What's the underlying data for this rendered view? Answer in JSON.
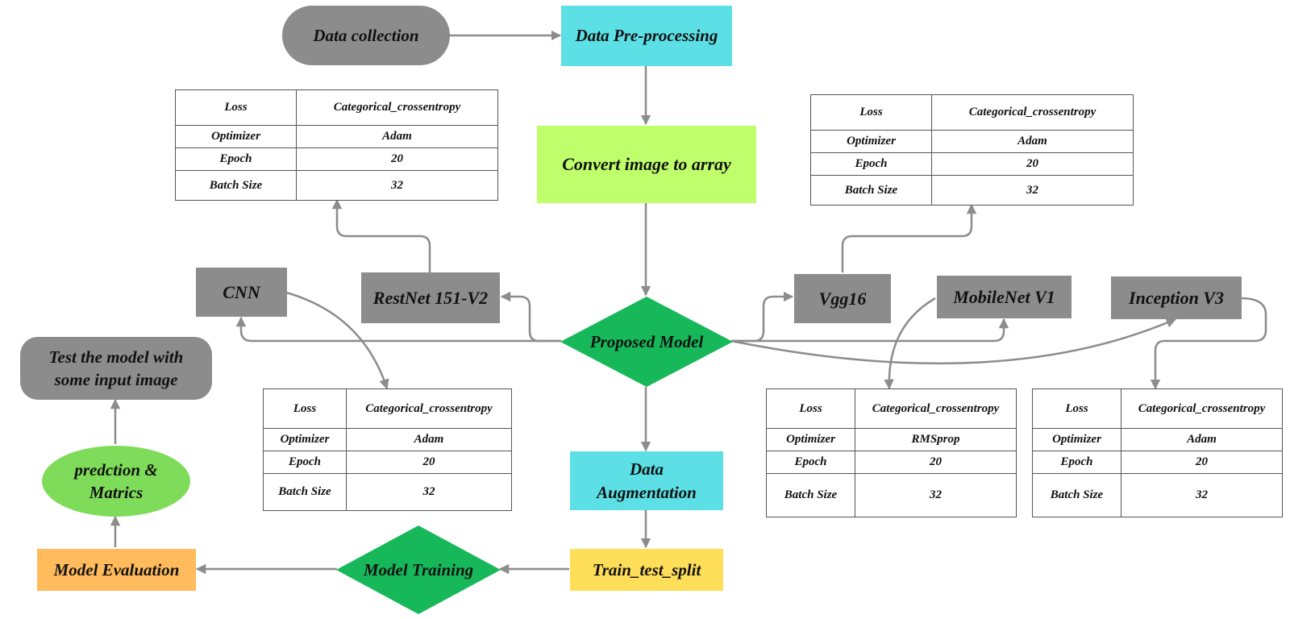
{
  "nodes": {
    "data_collection": "Data collection",
    "data_preprocessing": "Data Pre-processing",
    "convert_image": "Convert image to array",
    "proposed_model": "Proposed Model",
    "data_augmentation_line1": "Data",
    "data_augmentation_line2": "Augmentation",
    "train_test_split": "Train_test_split",
    "model_training": "Model Training",
    "model_evaluation": "Model Evaluation",
    "prediction_line1": "predction &",
    "prediction_line2": "Matrics",
    "test_model_line1": "Test the model with",
    "test_model_line2": "some input image",
    "cnn": "CNN",
    "restnet": "RestNet 151-V2",
    "vgg16": "Vgg16",
    "mobilenet": "MobileNet V1",
    "inception": "Inception V3"
  },
  "tables": {
    "restnet": [
      [
        "Loss",
        "Categorical_crossentropy"
      ],
      [
        "Optimizer",
        "Adam"
      ],
      [
        "Epoch",
        "20"
      ],
      [
        "Batch Size",
        "32"
      ]
    ],
    "vgg16": [
      [
        "Loss",
        "Categorical_crossentropy"
      ],
      [
        "Optimizer",
        "Adam"
      ],
      [
        "Epoch",
        "20"
      ],
      [
        "Batch Size",
        "32"
      ]
    ],
    "cnn": [
      [
        "Loss",
        "Categorical_crossentropy"
      ],
      [
        "Optimizer",
        "Adam"
      ],
      [
        "Epoch",
        "20"
      ],
      [
        "Batch Size",
        "32"
      ]
    ],
    "mobilenet": [
      [
        "Loss",
        "Categorical_crossentropy"
      ],
      [
        "Optimizer",
        "RMSprop"
      ],
      [
        "Epoch",
        "20"
      ],
      [
        "Batch Size",
        "32"
      ]
    ],
    "inception": [
      [
        "Loss",
        "Categorical_crossentropy"
      ],
      [
        "Optimizer",
        "Adam"
      ],
      [
        "Epoch",
        "20"
      ],
      [
        "Batch Size",
        "32"
      ]
    ]
  },
  "colors": {
    "gray": "#8c8c8c",
    "cyan": "#5ce0e6",
    "lime": "#bfff6b",
    "green_diamond": "#17b85a",
    "yellow": "#ffdf59",
    "orange": "#ffbb5c",
    "light_green": "#7fdc5a",
    "connector": "#8c8c8c"
  }
}
